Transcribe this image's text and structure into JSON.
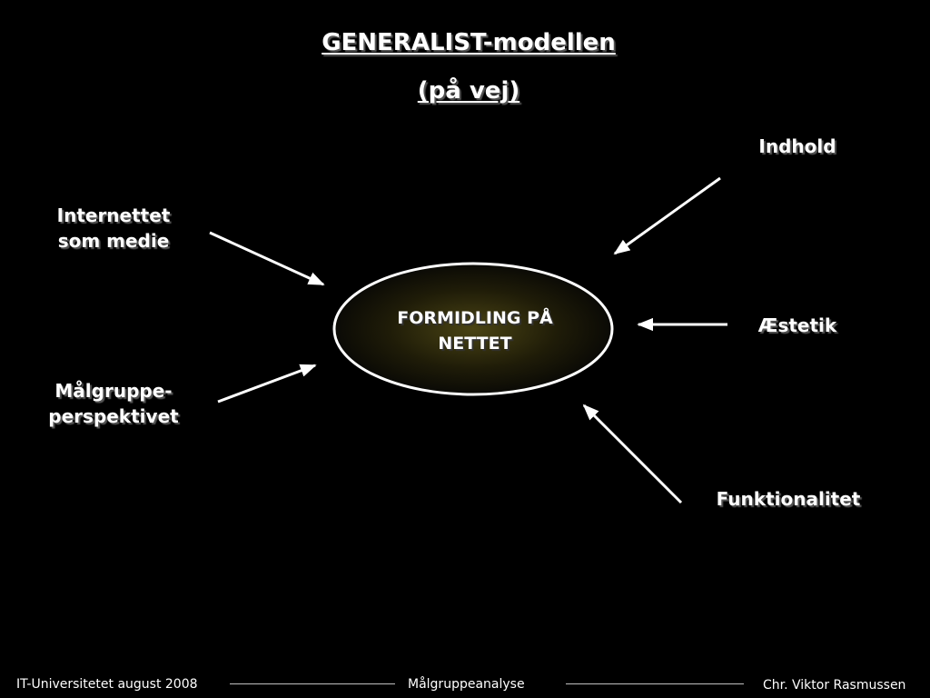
{
  "title": {
    "line1": "GENERALIST-modellen",
    "line2": "(på vej)"
  },
  "center": {
    "line1": "FORMIDLING PÅ",
    "line2": "NETTET"
  },
  "factors": {
    "indhold": "Indhold",
    "internettet_line1": "Internettet",
    "internettet_line2": "som medie",
    "aestetik": "Æstetik",
    "malgruppe_line1": "Målgruppe-",
    "malgruppe_line2": "perspektivet",
    "funktionalitet": "Funktionalitet"
  },
  "footer": {
    "left": "IT-Universitetet august 2008",
    "center": "Målgruppeanalyse",
    "right": "Chr. Viktor Rasmussen"
  },
  "colors": {
    "background": "#000000",
    "text": "#ffffff",
    "ellipse_fill_center": "#3a3510",
    "ellipse_stroke": "#ffffff"
  }
}
